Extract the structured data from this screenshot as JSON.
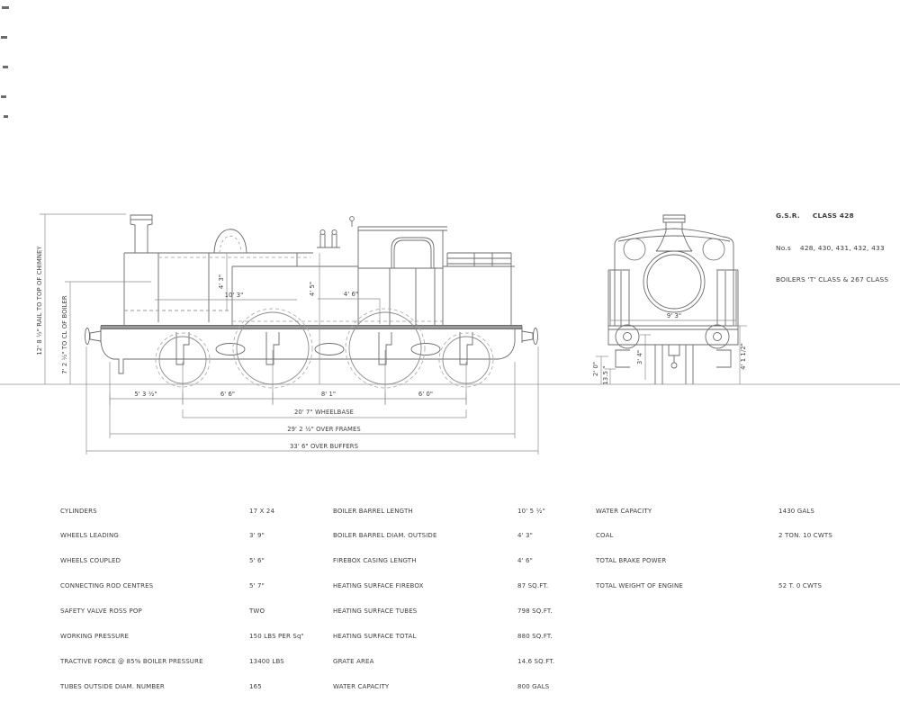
{
  "title_block": {
    "railway": "G.S.R.",
    "class": "CLASS 428",
    "numbers_label": "No.s",
    "numbers": "428, 430, 431, 432, 433",
    "boilers": "BOILERS 'T' CLASS & 267 CLASS"
  },
  "drawing": {
    "accent_line_color": "#6b6b6b",
    "rail_line_color": "#c9c9c9",
    "dims_side": {
      "rail_to_chimney": "12' 8 ½\" RAIL TO TOP OF CHIMNEY",
      "to_boiler_cl": "7' 2 ½\" TO CL OF BOILER",
      "boiler_diam": "4' 3\"",
      "barrel_length": "10' 3\"",
      "firebox_length": "4' 6\"",
      "cl_height": "4' 5\"",
      "chain": [
        "5' 3 ½\"",
        "6' 6\"",
        "8' 1\"",
        "6' 0\""
      ],
      "wheelbase": "20' 7\" WHEELBASE",
      "over_frames": "29' 2 ½\" OVER FRAMES",
      "over_buffers": "33' 6\" OVER BUFFERS"
    },
    "dims_front": {
      "width": "9' 3\"",
      "height_right": "4' 1 1/2\"",
      "left_height": "2' 0\"",
      "left_height2": "13.5 \"",
      "center_height": "3' 4\""
    }
  },
  "spec": {
    "col1": [
      {
        "label": "CYLINDERS",
        "value": "17 X 24"
      },
      {
        "label": "WHEELS LEADING",
        "value": "3' 9\""
      },
      {
        "label": "WHEELS COUPLED",
        "value": "5' 6\""
      },
      {
        "label": "CONNECTING ROD CENTRES",
        "value": "5' 7\""
      },
      {
        "label": "SAFETY VALVE ROSS POP",
        "value": "TWO"
      },
      {
        "label": "WORKING PRESSURE",
        "value": "150 LBS PER Sq\""
      },
      {
        "label": "TRACTIVE FORCE @ 85% BOILER PRESSURE",
        "value": "13400 LBS"
      },
      {
        "label": "TUBES OUTSIDE DIAM. NUMBER",
        "value": "165"
      }
    ],
    "col2": [
      {
        "label": "BOILER BARREL LENGTH",
        "value": "10' 5 ½\""
      },
      {
        "label": "BOILER BARREL DIAM. OUTSIDE",
        "value": "4' 3\""
      },
      {
        "label": "FIREBOX CASING LENGTH",
        "value": "4' 6\""
      },
      {
        "label": "HEATING SURFACE FIREBOX",
        "value": "87 SQ.FT."
      },
      {
        "label": "HEATING SURFACE TUBES",
        "value": "798 SQ.FT."
      },
      {
        "label": "HEATING SURFACE TOTAL",
        "value": "880 SQ.FT."
      },
      {
        "label": "GRATE AREA",
        "value": "14.6 SQ.FT."
      },
      {
        "label": "WATER CAPACITY",
        "value": "800 GALS"
      }
    ],
    "col3": [
      {
        "label": "WATER CAPACITY",
        "value": "1430 GALS"
      },
      {
        "label": "COAL",
        "value": "2 TON. 10 CWTS"
      },
      {
        "label": "TOTAL BRAKE POWER",
        "value": ""
      },
      {
        "label": "TOTAL WEIGHT OF ENGINE",
        "value": "52 T. 0 CWTS"
      }
    ]
  }
}
